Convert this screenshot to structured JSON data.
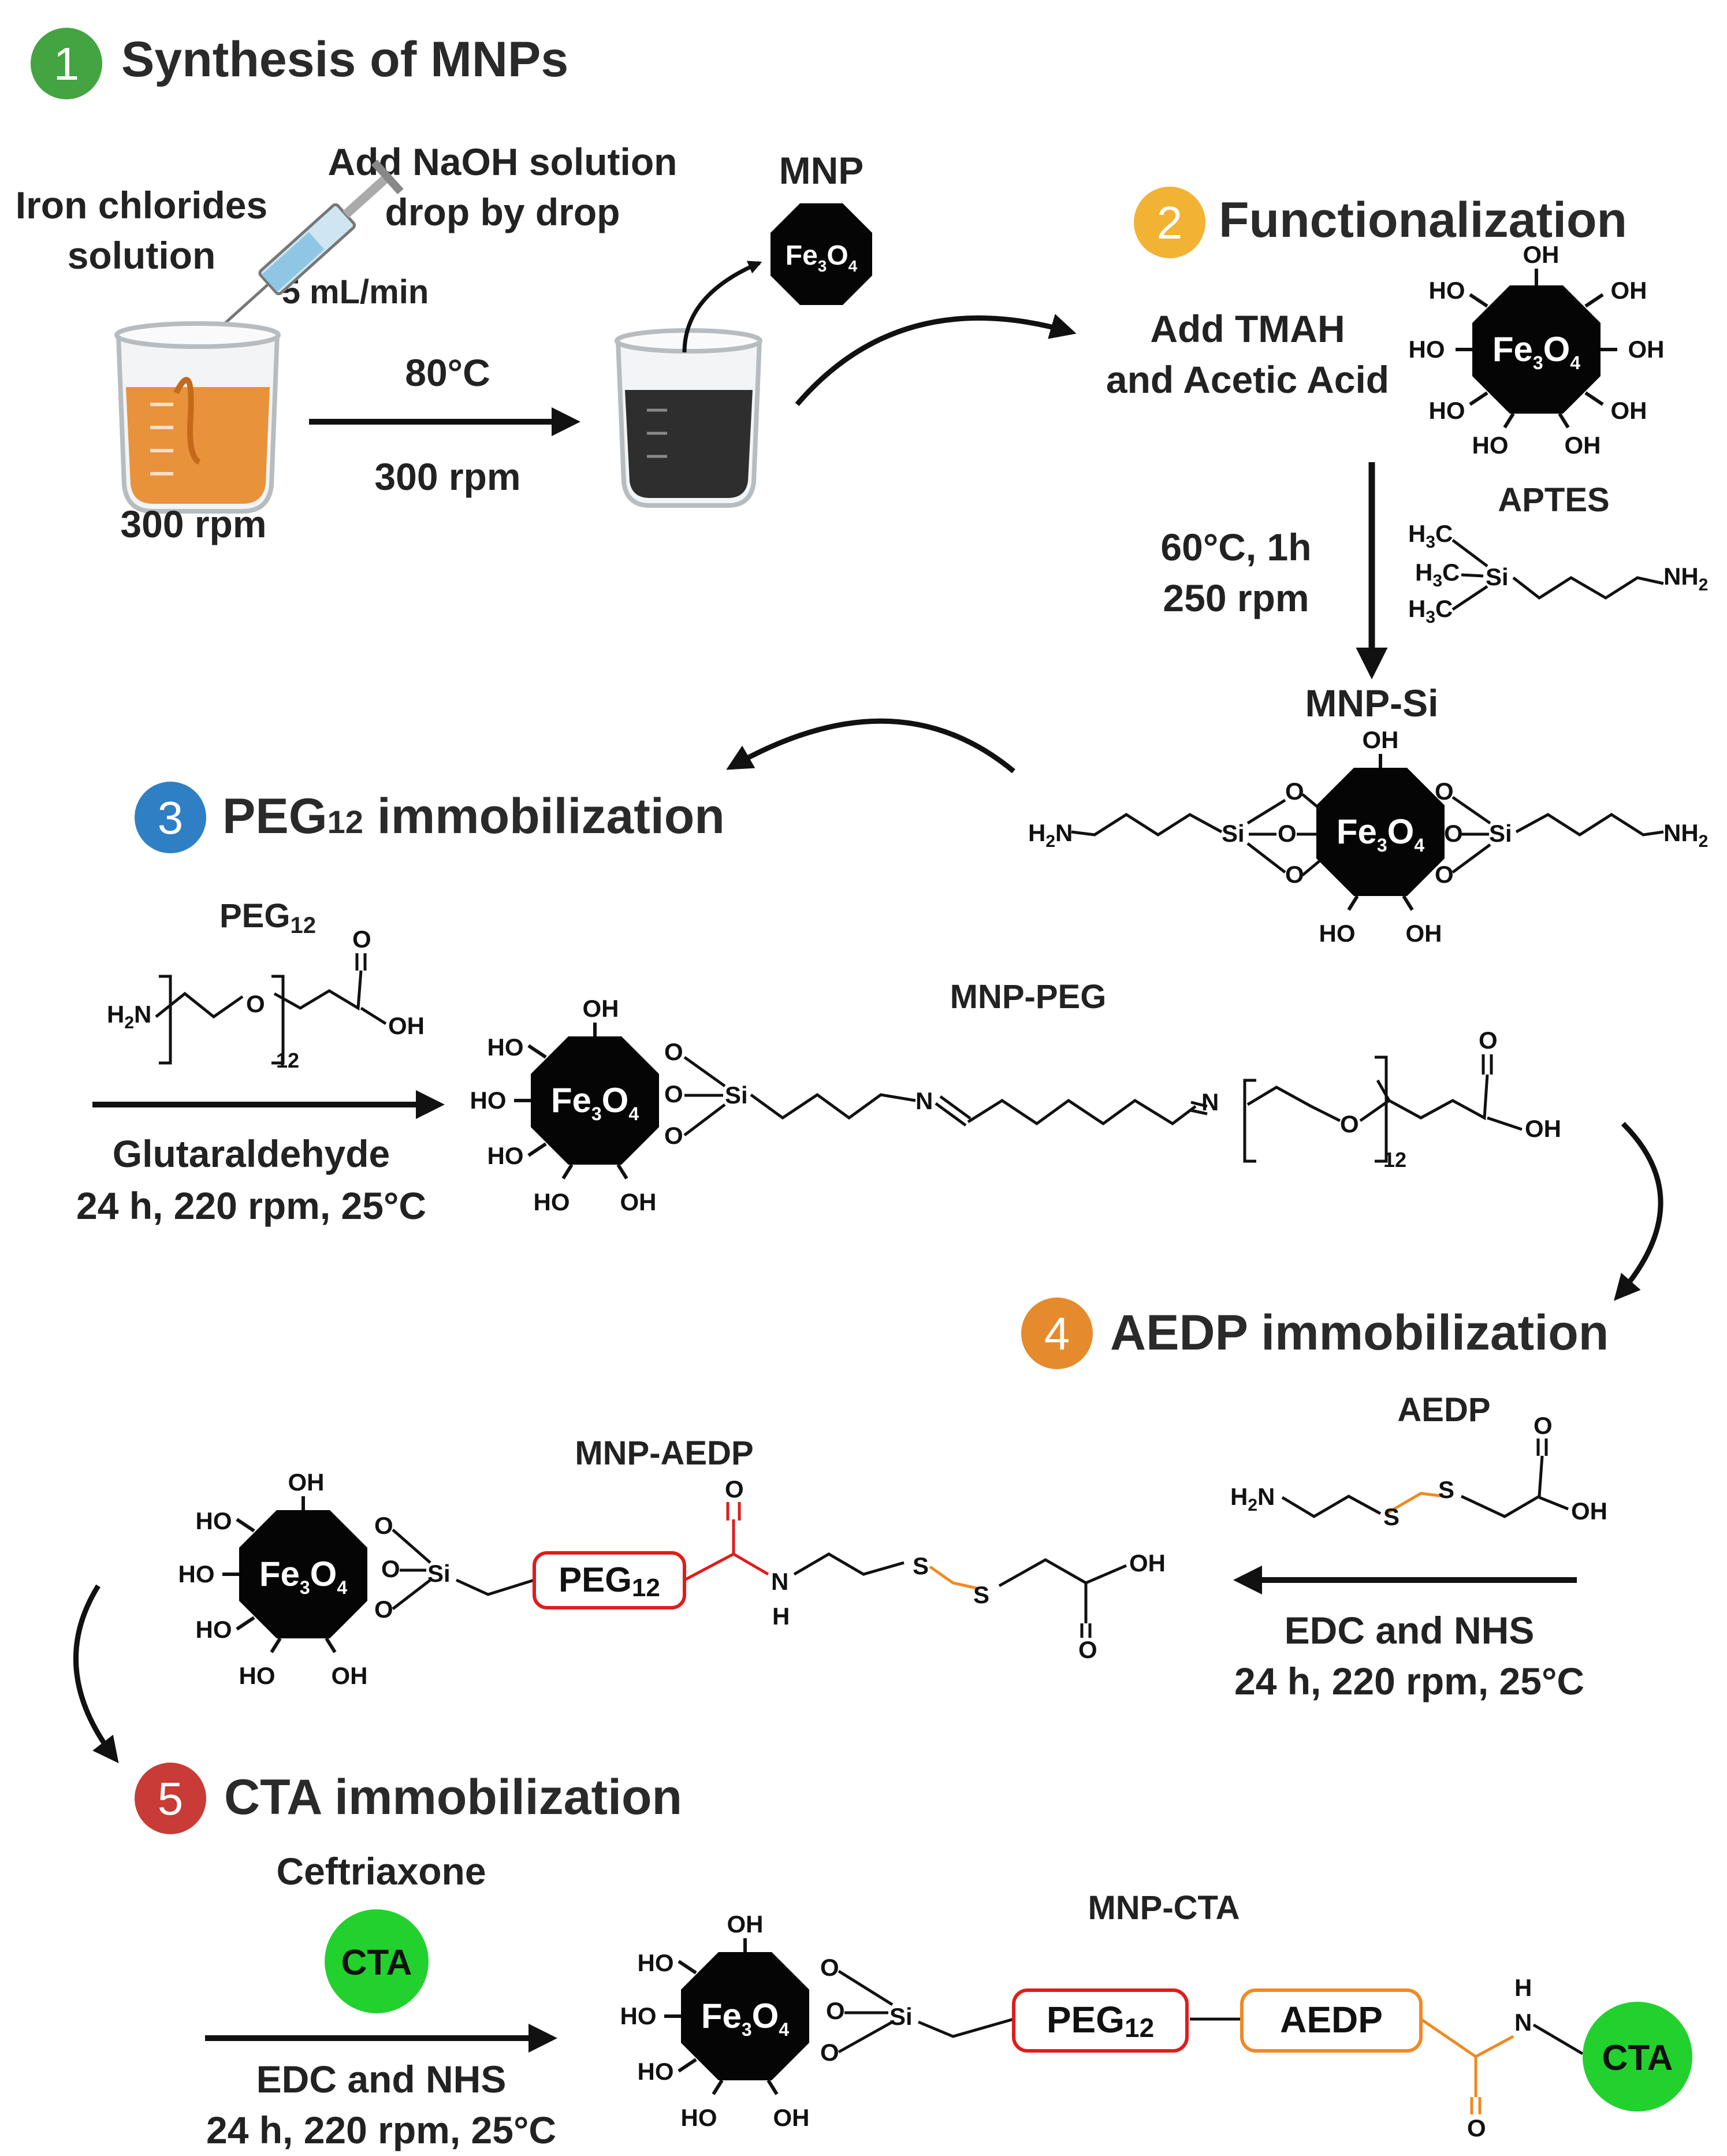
{
  "colors": {
    "step1": "#43a441",
    "step2": "#f2b233",
    "step3": "#2f7fc4",
    "step4": "#e58a2d",
    "step5": "#c93b36",
    "peg_box": "#e01c1c",
    "aedp_box": "#ef8a23",
    "sulfur": "#ef8a23",
    "amine_blue": "#1f2be0",
    "cta": "#22d12e",
    "liquid_orange": "#e8923c",
    "liquid_black": "#2e2e2e"
  },
  "step1": {
    "number": "1",
    "title": "Synthesis of MNPs",
    "iron_line1": "Iron chlorides",
    "iron_line2": "solution",
    "naoh_line1": "Add NaOH solution",
    "naoh_line2": "drop by drop",
    "flow": "5 mL/min",
    "temp": "80°C",
    "rpm_arrow": "300 rpm",
    "rpm_beaker": "300 rpm",
    "mnp_label": "MNP"
  },
  "step2": {
    "number": "2",
    "title": "Functionalization",
    "tmah_line1": "Add TMAH",
    "tmah_line2": "and Acetic Acid",
    "cond_line1": "60°C, 1h",
    "cond_line2": "250 rpm",
    "aptes": "APTES",
    "mnp_si": "MNP-Si"
  },
  "step3": {
    "number": "3",
    "title": "PEG",
    "title_sub": "12",
    "title_rest": " immobilization",
    "peg_label": "PEG",
    "peg_sub": "12",
    "mnp_peg": "MNP-PEG",
    "reagent": "Glutaraldehyde",
    "cond": "24 h, 220 rpm, 25°C"
  },
  "step4": {
    "number": "4",
    "title": "AEDP immobilization",
    "aedp": "AEDP",
    "mnp_aedp": "MNP-AEDP",
    "reagent": "EDC and NHS",
    "cond": "24 h, 220 rpm, 25°C",
    "peg_box": "PEG",
    "peg_box_sub": "12"
  },
  "step5": {
    "number": "5",
    "title": "CTA immobilization",
    "ceftriaxone": "Ceftriaxone",
    "cta": "CTA",
    "mnp_cta": "MNP-CTA",
    "reagent": "EDC and NHS",
    "cond": "24 h, 220 rpm, 25°C",
    "peg_box": "PEG",
    "peg_box_sub": "12",
    "aedp_box": "AEDP"
  },
  "chem": {
    "fe": "Fe",
    "fe_sub3": "3",
    "o": "O",
    "fe_sub4": "4",
    "oh": "OH",
    "ho": "HO",
    "si": "Si",
    "o_atom": "O",
    "n_atom": "N",
    "h_atom": "H",
    "s_atom": "S",
    "h2n": "H",
    "h2n_sub": "2",
    "h2n_n": "N",
    "nh2_n": "NH",
    "nh2_sub": "2",
    "h3c": "H",
    "h3c_sub": "3",
    "h3c_c": "C",
    "rep12": "12"
  }
}
